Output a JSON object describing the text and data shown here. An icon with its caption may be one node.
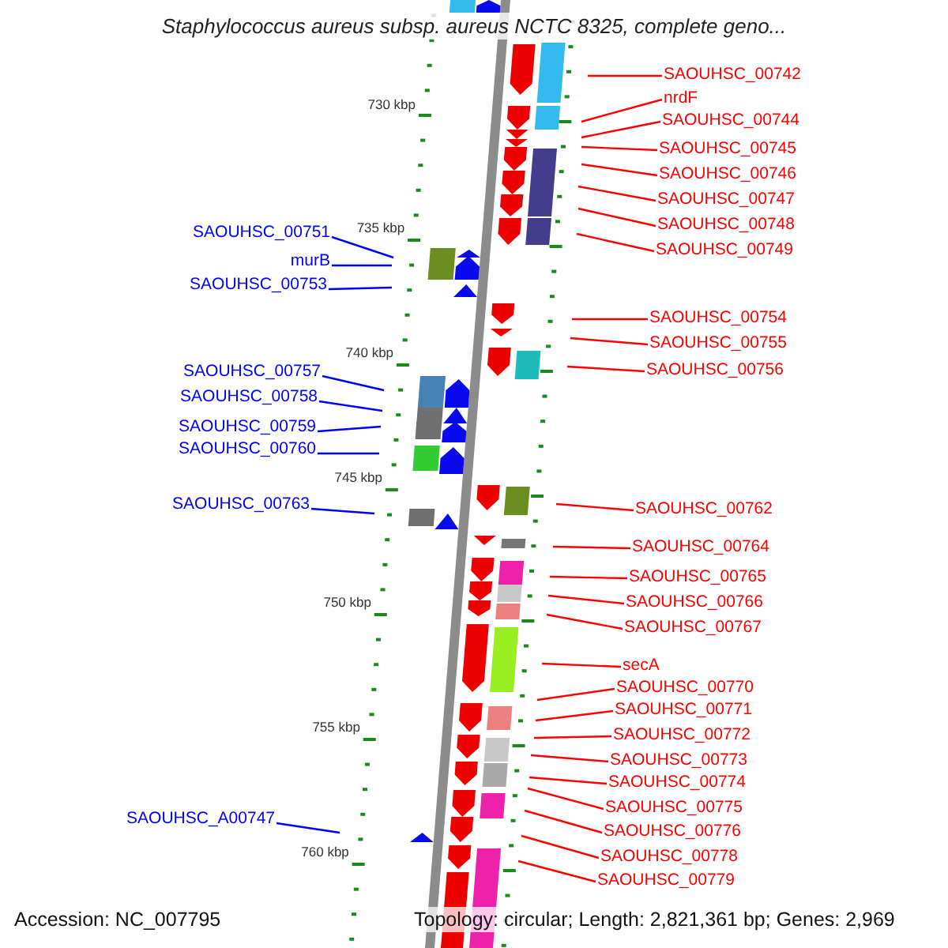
{
  "diagram": {
    "title": "Staphylococcus aureus subsp. aureus NCTC 8325, complete geno...",
    "nodes": [
      {
        "text": [
          "SAOUHSC_00742"
        ]
      },
      {
        "text": [
          "nrdF"
        ]
      },
      {
        "text": [
          "SAOUHSC_00744"
        ]
      },
      {
        "text": [
          "SAOUHSC_00745"
        ]
      },
      {
        "text": [
          "SAOUHSC_00746"
        ]
      },
      {
        "text": [
          "SAOUHSC_00747"
        ]
      },
      {
        "text": [
          "SAOUHSC_00748"
        ]
      },
      {
        "text": [
          "SAOUHSC_00751"
        ]
      },
      {
        "text": [
          "SAOUHSC_00749"
        ]
      },
      {
        "text": [
          "murB"
        ]
      },
      {
        "text": [
          "SAOUHSC_00753"
        ]
      },
      {
        "text": [
          "SAOUHSC_00754"
        ]
      },
      {
        "text": [
          "SAOUHSC_00755"
        ]
      },
      {
        "text": [
          "SAOUHSC_00756"
        ]
      },
      {
        "text": [
          "SAOUHSC_00757"
        ]
      },
      {
        "text": [
          "SAOUHSC_00758"
        ]
      },
      {
        "text": [
          "SAOUHSC_00759"
        ]
      },
      {
        "text": [
          "SAOUHSC_00760"
        ]
      },
      {
        "text": [
          "SAOUHSC_00763"
        ]
      },
      {
        "text": [
          "SAOUHSC_00762"
        ]
      },
      {
        "text": [
          "SAOUHSC_00764"
        ]
      },
      {
        "text": [
          "SAOUHSC_00765"
        ]
      },
      {
        "text": [
          "SAOUHSC_00766"
        ]
      },
      {
        "text": [
          "SAOUHSC_00767"
        ]
      },
      {
        "text": [
          "secA"
        ]
      },
      {
        "text": [
          "SAOUHSC_00770"
        ]
      },
      {
        "text": [
          "SAOUHSC_00771"
        ]
      },
      {
        "text": [
          "SAOUHSC_00772"
        ]
      },
      {
        "text": [
          "SAOUHSC_00773"
        ]
      },
      {
        "text": [
          "SAOUHSC_00774"
        ]
      },
      {
        "text": [
          "SAOUHSC_00775"
        ]
      },
      {
        "text": [
          "SAOUHSC_A00747"
        ]
      },
      {
        "text": [
          "SAOUHSC_00776"
        ]
      },
      {
        "text": [
          "SAOUHSC_00778"
        ]
      },
      {
        "text": [
          "SAOUHSC_00779"
        ]
      }
    ],
    "edges": [
      {
        "from": 0,
        "to": null,
        "arrow": "none"
      },
      {
        "from": 1,
        "to": null,
        "arrow": "none"
      },
      {
        "from": 2,
        "to": null,
        "arrow": "none"
      },
      {
        "from": 3,
        "to": null,
        "arrow": "none"
      },
      {
        "from": 4,
        "to": null,
        "arrow": "none"
      },
      {
        "from": 5,
        "to": null,
        "arrow": "none"
      },
      {
        "from": 6,
        "to": null,
        "arrow": "none"
      },
      {
        "from": 7,
        "to": null,
        "arrow": "none",
        "color": "#0000ff"
      },
      {
        "from": 8,
        "to": null,
        "arrow": "none"
      },
      {
        "from": 9,
        "to": null,
        "arrow": "none",
        "color": "#0000ff"
      },
      {
        "from": 10,
        "to": null,
        "arrow": "none",
        "color": "#0000ff"
      },
      {
        "from": 11,
        "to": null,
        "arrow": "none"
      },
      {
        "from": 12,
        "to": null,
        "arrow": "none"
      },
      {
        "from": 13,
        "to": null,
        "arrow": "none"
      },
      {
        "from": 14,
        "to": null,
        "arrow": "none",
        "color": "#0000ff"
      },
      {
        "from": 15,
        "to": null,
        "arrow": "none",
        "color": "#0000ff"
      },
      {
        "from": 16,
        "to": null,
        "arrow": "none",
        "color": "#0000ff"
      },
      {
        "from": 17,
        "to": null,
        "arrow": "none",
        "color": "#0000ff"
      },
      {
        "from": 18,
        "to": null,
        "arrow": "none",
        "color": "#0000ff"
      },
      {
        "from": 19,
        "to": null,
        "arrow": "none"
      },
      {
        "from": 20,
        "to": null,
        "arrow": "none"
      },
      {
        "from": 21,
        "to": null,
        "arrow": "none"
      },
      {
        "from": 22,
        "to": null,
        "arrow": "none"
      },
      {
        "from": 23,
        "to": null,
        "arrow": "none"
      },
      {
        "from": 24,
        "to": null,
        "arrow": "none"
      },
      {
        "from": 25,
        "to": null,
        "arrow": "none"
      },
      {
        "from": 26,
        "to": null,
        "arrow": "none"
      },
      {
        "from": 27,
        "to": null,
        "arrow": "none"
      },
      {
        "from": 28,
        "to": null,
        "arrow": "none"
      },
      {
        "from": 29,
        "to": null,
        "arrow": "none"
      },
      {
        "from": 30,
        "to": null,
        "arrow": "none"
      },
      {
        "from": 31,
        "to": null,
        "arrow": "none",
        "color": "#0000ff"
      },
      {
        "from": 32,
        "to": null,
        "arrow": "none"
      },
      {
        "from": 33,
        "to": null,
        "arrow": "none"
      },
      {
        "from": 34,
        "to": null,
        "arrow": "none"
      }
    ],
    "labels": [
      "730 kbp",
      "735 kbp",
      "740 kbp",
      "745 kbp",
      "750 kbp",
      "755 kbp",
      "760 kbp",
      "Accession: NC_007795",
      "Topology: circular; Length: 2,821,361 bp; Genes: 2,969"
    ]
  }
}
